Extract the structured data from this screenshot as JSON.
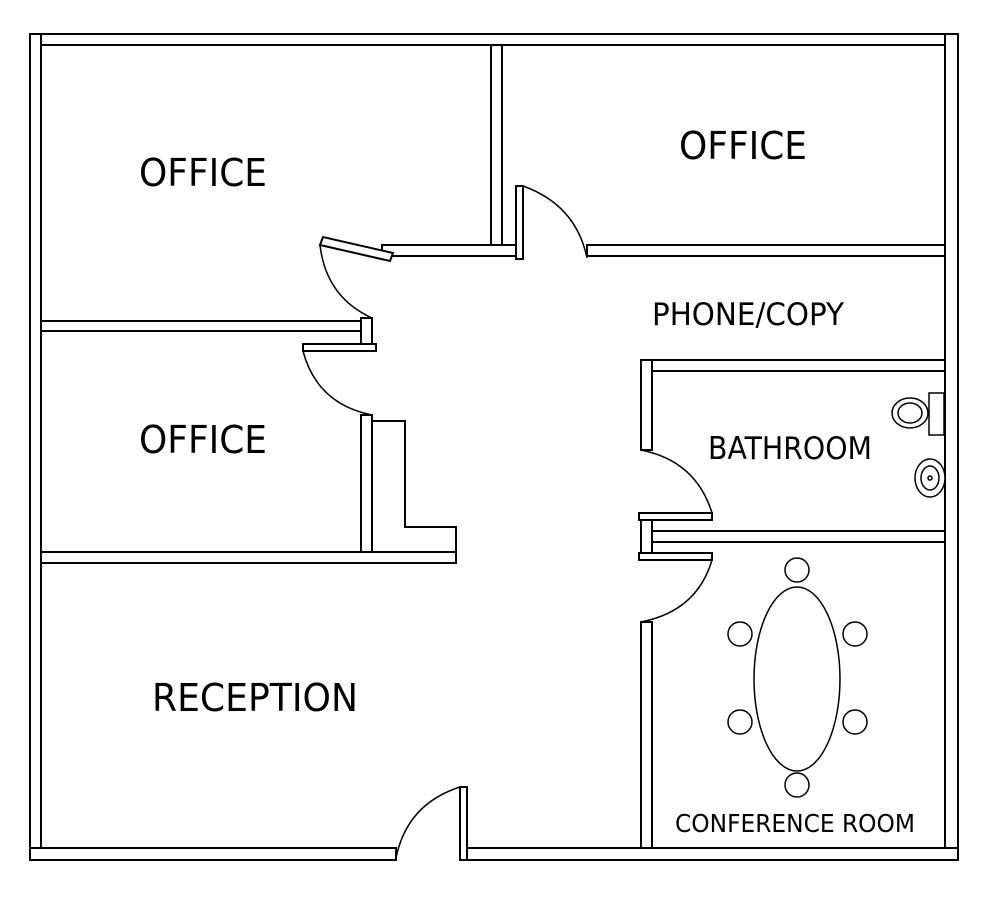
{
  "rooms": {
    "office_top_left": "OFFICE",
    "office_top_right": "OFFICE",
    "office_mid_left": "OFFICE",
    "phone_copy": "PHONE/COPY",
    "bathroom": "BATHROOM",
    "reception": "RECEPTION",
    "conference": "CONFERENCE ROOM"
  }
}
